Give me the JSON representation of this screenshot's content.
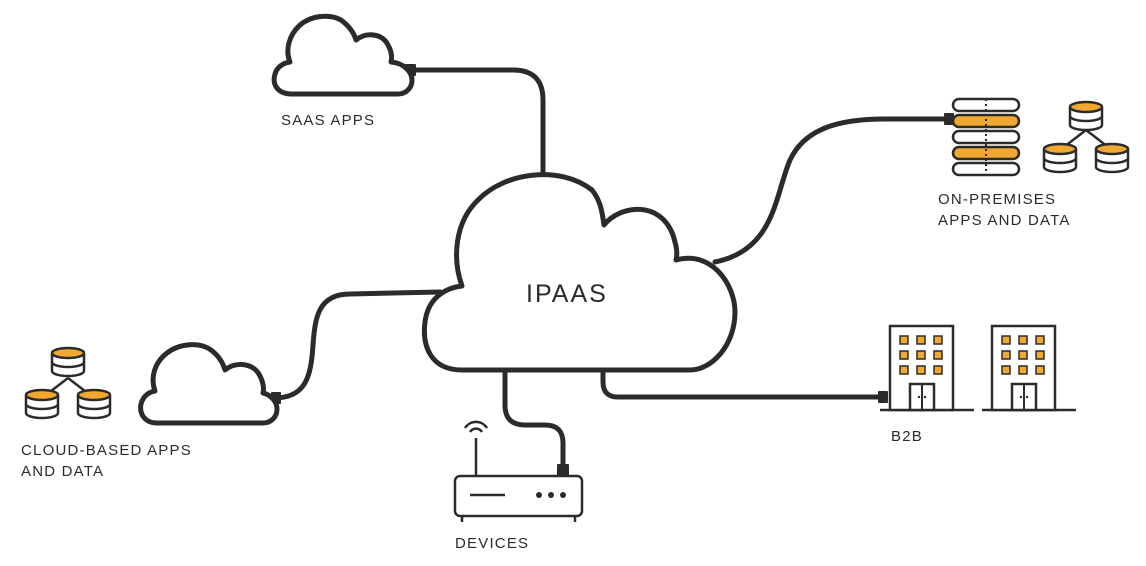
{
  "center": {
    "label": "IPAAS"
  },
  "nodes": {
    "saas": {
      "label": "SAAS APPS",
      "icon": "cloud-icon"
    },
    "on_premises": {
      "line1": "ON-PREMISES",
      "line2": "APPS AND DATA",
      "icon": "server-icon"
    },
    "cloud_based": {
      "line1": "CLOUD-BASED APPS",
      "line2": "AND DATA",
      "icon": "database-icon"
    },
    "devices": {
      "label": "DEVICES",
      "icon": "router-icon"
    },
    "b2b": {
      "label": "B2B",
      "icon": "building-icon"
    }
  },
  "colors": {
    "stroke": "#2b2b2b",
    "accent": "#f0a830",
    "background": "#ffffff"
  }
}
